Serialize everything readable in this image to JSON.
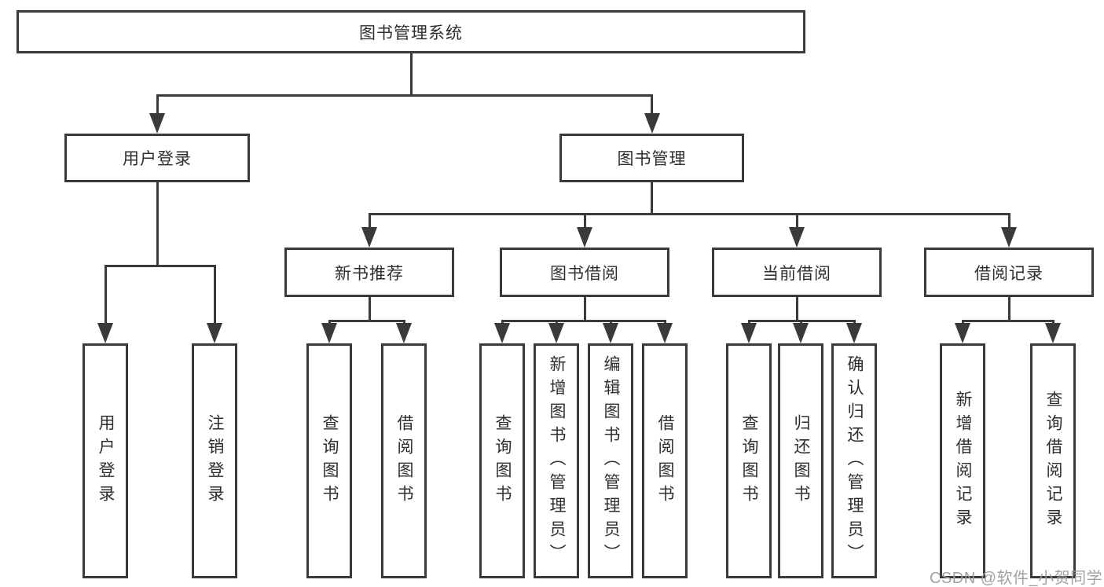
{
  "diagram_title": "图书管理系统",
  "nodes": [
    {
      "id": "root",
      "label": "图书管理系统",
      "text_direction": "horizontal",
      "level": 1
    },
    {
      "id": "user-login",
      "label": "用户登录",
      "text_direction": "horizontal",
      "level": 2
    },
    {
      "id": "book-management",
      "label": "图书管理",
      "text_direction": "horizontal",
      "level": 2
    },
    {
      "id": "new-book-recommend",
      "label": "新书推荐",
      "text_direction": "horizontal",
      "level": 3
    },
    {
      "id": "book-borrow",
      "label": "图书借阅",
      "text_direction": "horizontal",
      "level": 3
    },
    {
      "id": "current-borrow",
      "label": "当前借阅",
      "text_direction": "horizontal",
      "level": 3
    },
    {
      "id": "borrow-records",
      "label": "借阅记录",
      "text_direction": "horizontal",
      "level": 3
    },
    {
      "id": "leaf-user-login",
      "label": "用户登录",
      "text_direction": "vertical",
      "level": 4
    },
    {
      "id": "leaf-logout",
      "label": "注销登录",
      "text_direction": "vertical",
      "level": 4
    },
    {
      "id": "leaf-nb-query",
      "label": "查询图书",
      "text_direction": "vertical",
      "level": 4
    },
    {
      "id": "leaf-nb-borrow",
      "label": "借阅图书",
      "text_direction": "vertical",
      "level": 4
    },
    {
      "id": "leaf-bb-query",
      "label": "查询图书",
      "text_direction": "vertical",
      "level": 4
    },
    {
      "id": "leaf-bb-add",
      "label": "新增图书（管理员）",
      "text_direction": "vertical",
      "level": 4
    },
    {
      "id": "leaf-bb-edit",
      "label": "编辑图书（管理员）",
      "text_direction": "vertical",
      "level": 4
    },
    {
      "id": "leaf-bb-borrow",
      "label": "借阅图书",
      "text_direction": "vertical",
      "level": 4
    },
    {
      "id": "leaf-cb-query",
      "label": "查询图书",
      "text_direction": "vertical",
      "level": 4
    },
    {
      "id": "leaf-cb-return",
      "label": "归还图书",
      "text_direction": "vertical",
      "level": 4
    },
    {
      "id": "leaf-cb-confirm",
      "label": "确认归还（管理员）",
      "text_direction": "vertical",
      "level": 4
    },
    {
      "id": "leaf-br-add",
      "label": "新增借阅记录",
      "text_direction": "vertical",
      "level": 4
    },
    {
      "id": "leaf-br-query",
      "label": "查询借阅记录",
      "text_direction": "vertical",
      "level": 4
    }
  ],
  "edges": [
    {
      "from": "root",
      "to": [
        "user-login",
        "book-management"
      ]
    },
    {
      "from": "user-login",
      "to": [
        "leaf-user-login",
        "leaf-logout"
      ]
    },
    {
      "from": "book-management",
      "to": [
        "new-book-recommend",
        "book-borrow",
        "current-borrow",
        "borrow-records"
      ]
    },
    {
      "from": "new-book-recommend",
      "to": [
        "leaf-nb-query",
        "leaf-nb-borrow"
      ]
    },
    {
      "from": "book-borrow",
      "to": [
        "leaf-bb-query",
        "leaf-bb-add",
        "leaf-bb-edit",
        "leaf-bb-borrow"
      ]
    },
    {
      "from": "current-borrow",
      "to": [
        "leaf-cb-query",
        "leaf-cb-return",
        "leaf-cb-confirm"
      ]
    },
    {
      "from": "borrow-records",
      "to": [
        "leaf-br-add",
        "leaf-br-query"
      ]
    }
  ],
  "watermark": {
    "text": "CSDN @软件_小贺同学"
  },
  "colors": {
    "background": "#ffffff",
    "line": "#3a3a3a",
    "box_border": "#3a3a3a",
    "box_fill": "#ffffff",
    "text": "#2e2e2e",
    "watermark": "#9d9da1"
  }
}
